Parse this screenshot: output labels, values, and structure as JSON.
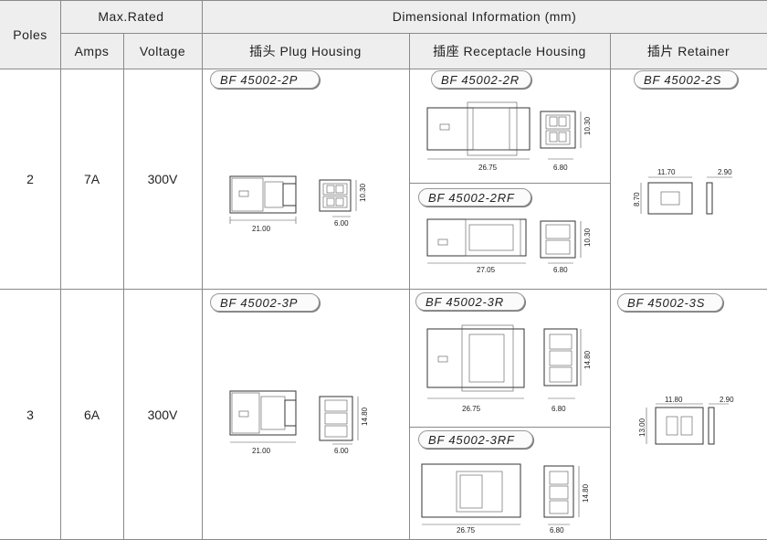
{
  "headers": {
    "poles": "Poles",
    "max_rated": "Max.Rated",
    "amps": "Amps",
    "voltage": "Voltage",
    "dimensional": "Dimensional Information  (mm)",
    "plug": "插头  Plug Housing",
    "receptacle": "插座  Receptacle Housing",
    "retainer": "插片  Retainer"
  },
  "rows": [
    {
      "poles": "2",
      "amps": "7A",
      "voltage": "300V",
      "plug": {
        "model": "BF 45002-2P",
        "length": "21.00",
        "width": "6.00",
        "height": "10.30"
      },
      "receptacle": {
        "model": "BF 45002-2R",
        "length": "26.75",
        "width": "6.80",
        "height": "10.30"
      },
      "receptacle_f": {
        "model": "BF 45002-2RF",
        "length": "27.05",
        "width": "6.80",
        "height": "10.30"
      },
      "retainer": {
        "model": "BF 45002-2S",
        "length": "11.70",
        "thickness": "2.90",
        "height": "8.70"
      }
    },
    {
      "poles": "3",
      "amps": "6A",
      "voltage": "300V",
      "plug": {
        "model": "BF 45002-3P",
        "length": "21.00",
        "width": "6.00",
        "height": "14.80"
      },
      "receptacle": {
        "model": "BF 45002-3R",
        "length": "26.75",
        "width": "6.80",
        "height": "14.80"
      },
      "receptacle_f": {
        "model": "BF 45002-3RF",
        "length": "26.75",
        "width": "6.80",
        "height": "14.80"
      },
      "retainer": {
        "model": "BF 45002-3S",
        "length": "11.80",
        "thickness": "2.90",
        "height": "13.00"
      }
    }
  ]
}
